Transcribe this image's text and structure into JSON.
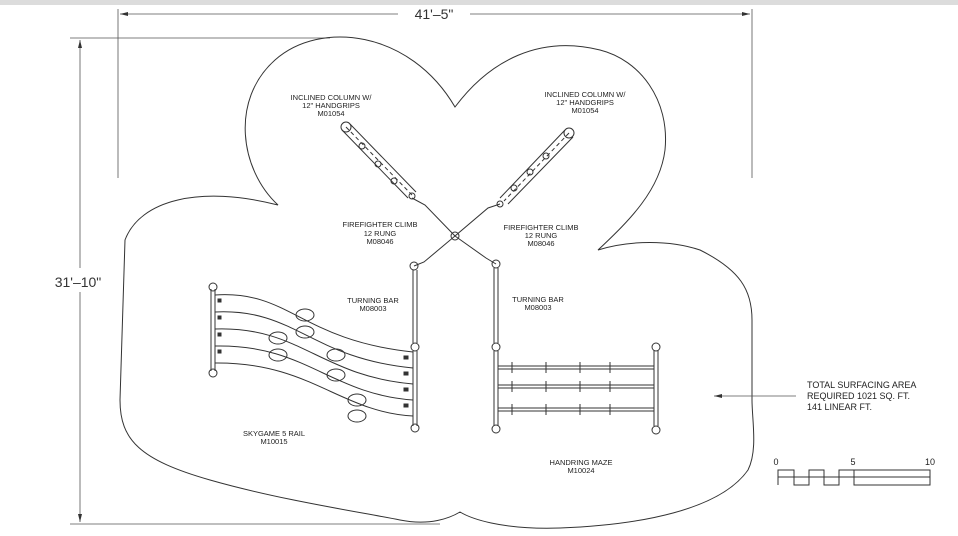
{
  "dimensions": {
    "width": "41'–5\"",
    "height": "31'–10\""
  },
  "labels": {
    "inclined_left": [
      "INCLINED COLUMN W/",
      "12\" HANDGRIPS",
      "M01054"
    ],
    "inclined_right": [
      "INCLINED COLUMN W/",
      "12\" HANDGRIPS",
      "M01054"
    ],
    "firefighter_left": [
      "FIREFIGHTER CLIMB",
      "12 RUNG",
      "M08046"
    ],
    "firefighter_right": [
      "FIREFIGHTER CLIMB",
      "12 RUNG",
      "M08046"
    ],
    "turning_left": [
      "TURNING BAR",
      "M08003"
    ],
    "turning_right": [
      "TURNING BAR",
      "M08003"
    ],
    "skygame": [
      "SKYGAME 5 RAIL",
      "M10015"
    ],
    "handring": [
      "HANDRING MAZE",
      "M10024"
    ]
  },
  "surfacing_note": [
    "TOTAL SURFACING AREA",
    "REQUIRED 1021 SQ. FT.",
    "141 LINEAR FT."
  ],
  "scale": {
    "ticks": [
      "0",
      "5",
      "10"
    ]
  }
}
